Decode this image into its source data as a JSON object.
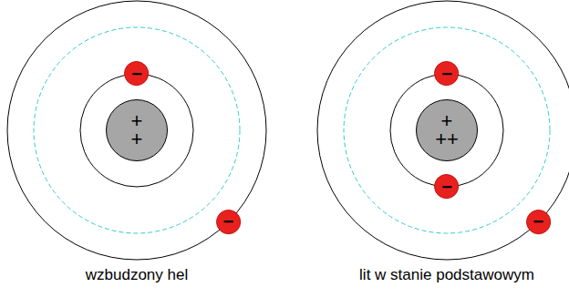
{
  "diagram": {
    "nodes": [
      {
        "text": [
          "+",
          "+"
        ]
      },
      {
        "text": [
          "−"
        ]
      },
      {
        "text": [
          "−"
        ]
      },
      {
        "text": [
          "+",
          "++"
        ]
      },
      {
        "text": [
          "−"
        ]
      },
      {
        "text": [
          "−"
        ]
      },
      {
        "text": [
          "−"
        ]
      }
    ],
    "labels": [
      "wzbudzony hel",
      "lit w stanie podstawowym"
    ]
  }
}
